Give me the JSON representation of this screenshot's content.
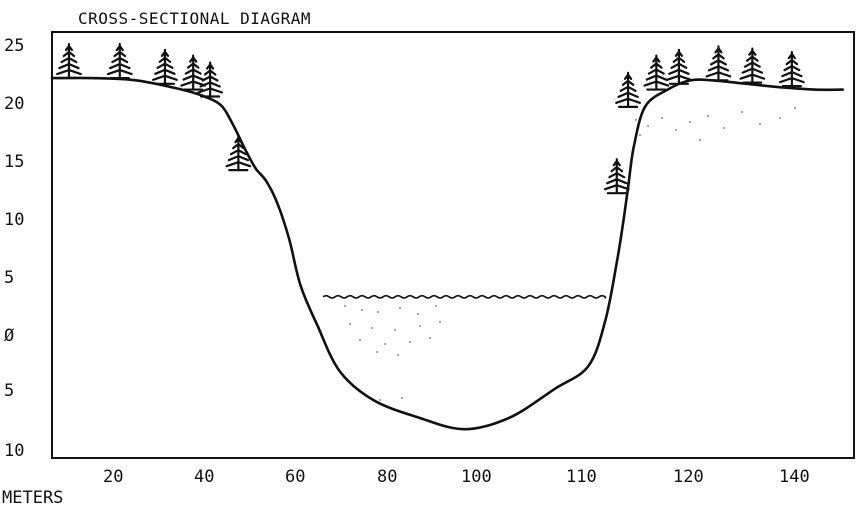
{
  "title": "CROSS-SECTIONAL DIAGRAM",
  "xlabel": "METERS",
  "y_ticks": [
    "25",
    "20",
    "15",
    "10",
    "5",
    "Ø",
    "5",
    "10"
  ],
  "x_ticks": [
    "20",
    "40",
    "60",
    "80",
    "100",
    "110",
    "120",
    "140"
  ],
  "profile": {
    "x": [
      5,
      12,
      20,
      28,
      32,
      35,
      37,
      39,
      41,
      43,
      45,
      47,
      49,
      52,
      56,
      62,
      70,
      78,
      86,
      94,
      100,
      103,
      105,
      106,
      107,
      108,
      110,
      114,
      118,
      122,
      128,
      134,
      140,
      145
    ],
    "y": [
      22,
      22,
      21.8,
      21,
      20.4,
      19.6,
      18,
      16,
      14.2,
      13,
      11,
      8,
      4,
      0.5,
      -3.5,
      -6,
      -7.5,
      -8.5,
      -7.5,
      -5,
      -3,
      1,
      6,
      9,
      12.5,
      16,
      19.5,
      21,
      21.8,
      21.8,
      21.5,
      21.2,
      21,
      21
    ],
    "water_level": 3,
    "water_x_range": [
      53,
      103
    ]
  },
  "trees": [
    {
      "x": 8,
      "ground": 22
    },
    {
      "x": 17,
      "ground": 22
    },
    {
      "x": 25,
      "ground": 21.5
    },
    {
      "x": 30,
      "ground": 21
    },
    {
      "x": 33,
      "ground": 20.4
    },
    {
      "x": 38,
      "ground": 14
    },
    {
      "x": 105,
      "ground": 12
    },
    {
      "x": 107,
      "ground": 19.5
    },
    {
      "x": 112,
      "ground": 21
    },
    {
      "x": 116,
      "ground": 21.5
    },
    {
      "x": 123,
      "ground": 21.8
    },
    {
      "x": 129,
      "ground": 21.6
    },
    {
      "x": 136,
      "ground": 21.3
    }
  ],
  "ranges": {
    "x": [
      5,
      147
    ],
    "y": [
      -11,
      26
    ]
  }
}
